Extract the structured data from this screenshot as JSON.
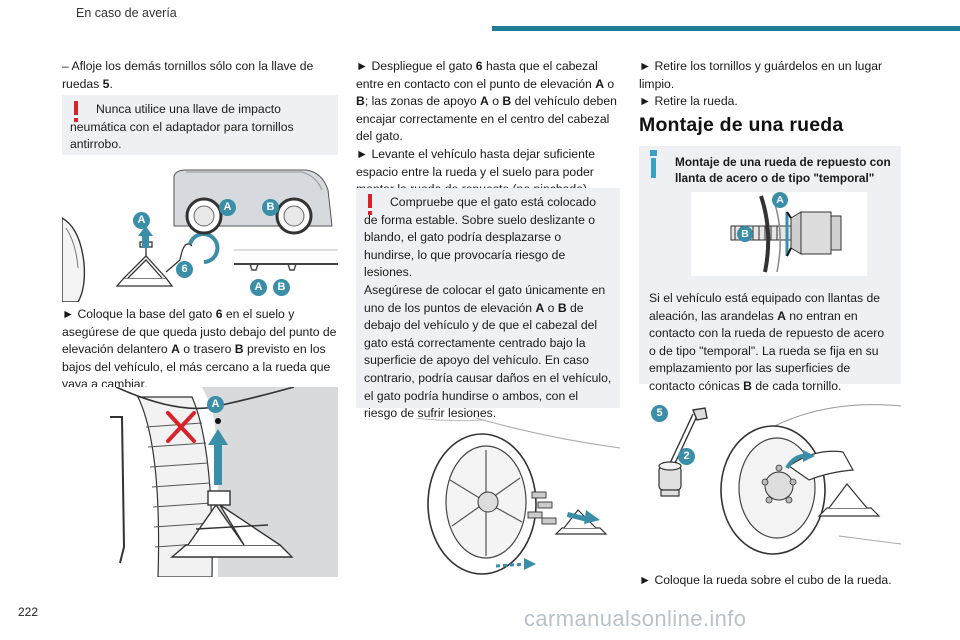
{
  "header": {
    "section_title": "En caso de avería",
    "accent_color": "#1e7d94"
  },
  "page_number": "222",
  "watermark": "carmanualsonline.info",
  "col1": {
    "p1_prefix": "– Afloje los demás tornillos sólo con la llave de ruedas ",
    "p1_bold": "5",
    "p1_suffix": ".",
    "warning1": "Nunca utilice una llave de impacto neumática con el adaptador para tornillos antirrobo.",
    "fig1_labels": {
      "a1": "A",
      "a2": "A",
      "b1": "B",
      "six": "6",
      "a3": "A",
      "b2": "B"
    },
    "p2_l1": "► Coloque la base del gato ",
    "p2_b1": "6",
    "p2_l2": " en el suelo y asegúrese de que queda justo debajo del punto de elevación delantero ",
    "p2_b2": "A",
    "p2_l3": " o trasero ",
    "p2_b3": "B",
    "p2_l4": " previsto en los bajos del vehículo, el más cercano a la rueda que vaya a cambiar.",
    "fig2_labels": {
      "a": "A"
    }
  },
  "col2": {
    "p1_a": "► Despliegue el gato ",
    "p1_b1": "6",
    "p1_c": " hasta que el cabezal entre en contacto con el punto de elevación ",
    "p1_b2": "A",
    "p1_d": " o ",
    "p1_b3": "B",
    "p1_e": "; las zonas de apoyo ",
    "p1_b4": "A",
    "p1_f": " o ",
    "p1_b5": "B",
    "p1_g": " del vehículo deben encajar correctamente en el centro del cabezal del gato.",
    "p2": "► Levante el vehículo hasta dejar suficiente espacio entre la rueda y el suelo para poder montar la rueda de repuesto (no pinchada).",
    "warn_a": "Compruebe que el gato está colocado de forma estable. Sobre suelo deslizante o blando, el gato podría desplazarse o hundirse, lo que provocaría riesgo de lesiones.",
    "warn_b1": "Asegúrese de colocar el gato únicamente en uno de los puntos de elevación ",
    "warn_bA": "A",
    "warn_b2": " o ",
    "warn_bB": "B",
    "warn_b3": " de debajo del vehículo y de que el cabezal del gato está correctamente centrado bajo la superficie de apoyo del vehículo. En caso contrario, podría causar daños en el vehículo, el gato podría hundirse o ambos, con el riesgo de sufrir lesiones."
  },
  "col3": {
    "p1": "► Retire los tornillos y guárdelos en un lugar limpio.",
    "p2": "► Retire la rueda.",
    "heading": "Montaje de una rueda",
    "info_title": "Montaje de una rueda de repuesto con llanta de acero o de tipo \"temporal\"",
    "info_fig_labels": {
      "a": "A",
      "b": "B"
    },
    "info_p1": "Si el vehículo está equipado con llantas de aleación, las arandelas ",
    "info_bA": "A",
    "info_p2": " no entran en contacto con la rueda de repuesto de acero o de tipo \"temporal\". La rueda se fija en su emplazamiento por las superficies de contacto cónicas ",
    "info_bB": "B",
    "info_p3": " de cada tornillo.",
    "fig_labels": {
      "five": "5",
      "two": "2"
    },
    "p3": "► Coloque la rueda sobre el cubo de la rueda."
  },
  "colors": {
    "warning_red": "#d8232a",
    "info_blue": "#35a3c7",
    "callout_teal": "#3a8ea8",
    "box_bg": "#eef0f3"
  }
}
